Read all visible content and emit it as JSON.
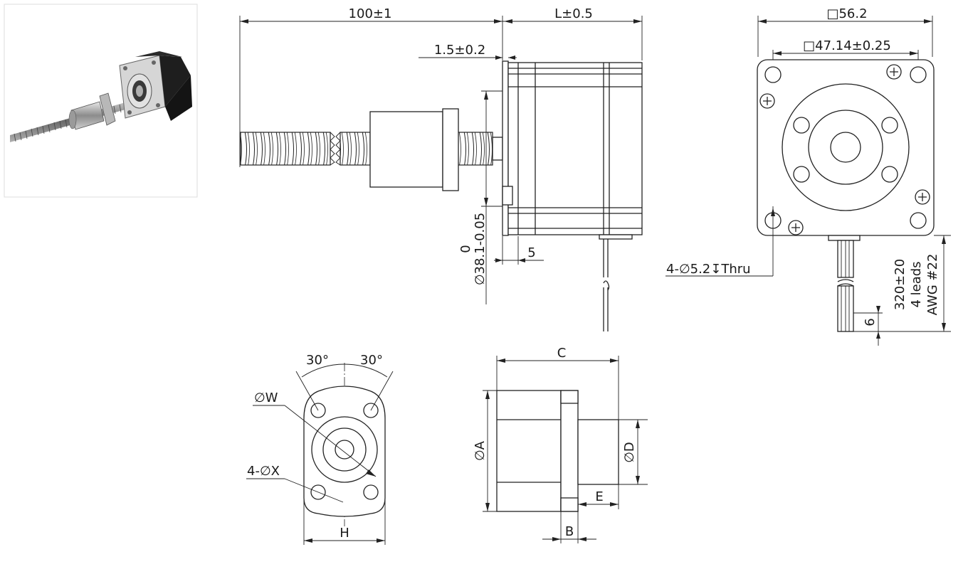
{
  "labels": {
    "length_shaft": "100±1",
    "length_body": "L±0.5",
    "flange_thickness": "1.5±0.2",
    "boss_diameter_upper": "0",
    "boss_diameter_main": "∅38.1-0.05",
    "boss_height": "5",
    "frame_size": "□56.2",
    "hole_spacing": "□47.14±0.25",
    "mount_holes": "4-∅5.2↧Thru",
    "lead_length": "320±20",
    "lead_count": "4 leads",
    "lead_gauge": "AWG #22",
    "strip_length": "6",
    "angle_left": "30°",
    "angle_right": "30°",
    "nut_pcd": "∅W",
    "nut_holes": "4-∅X",
    "nut_width": "H",
    "nut_length": "C",
    "nut_diameter": "∅A",
    "nut_neck_diameter": "∅D",
    "nut_neck_length": "E",
    "nut_flange_thickness": "B"
  }
}
